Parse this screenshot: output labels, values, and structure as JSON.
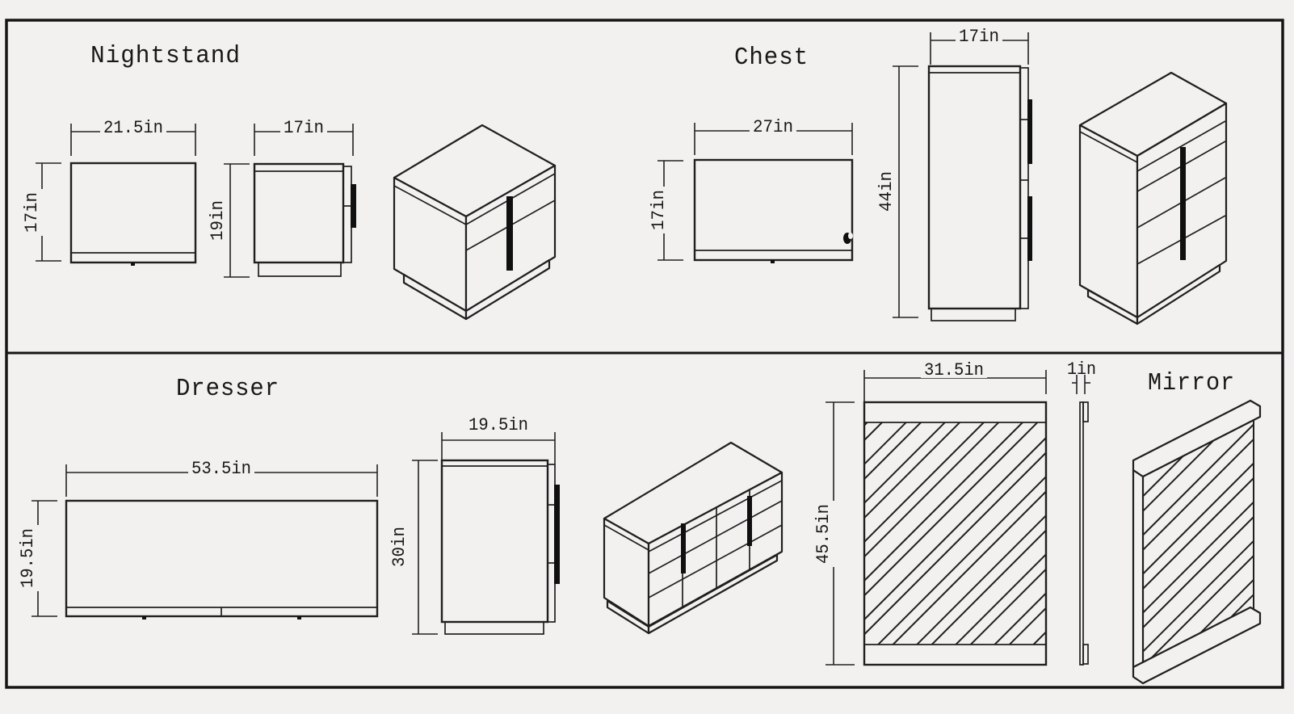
{
  "document": {
    "kind": "furniture-dimension-sheet",
    "paper_color": "#f2f1ef",
    "ink_color": "#1f1f1f"
  },
  "sections": {
    "nightstand": {
      "title": "Nightstand",
      "front_width": "21.5in",
      "front_height": "17in",
      "side_width": "17in",
      "side_height": "19in"
    },
    "chest": {
      "title": "Chest",
      "top_width": "27in",
      "top_height": "17in",
      "side_width": "17in",
      "side_height": "44in"
    },
    "dresser": {
      "title": "Dresser",
      "top_width": "53.5in",
      "top_height": "19.5in",
      "side_width": "19.5in",
      "side_height": "30in"
    },
    "mirror": {
      "title": "Mirror",
      "front_width": "31.5in",
      "front_height": "45.5in",
      "side_thickness": "1in"
    }
  }
}
